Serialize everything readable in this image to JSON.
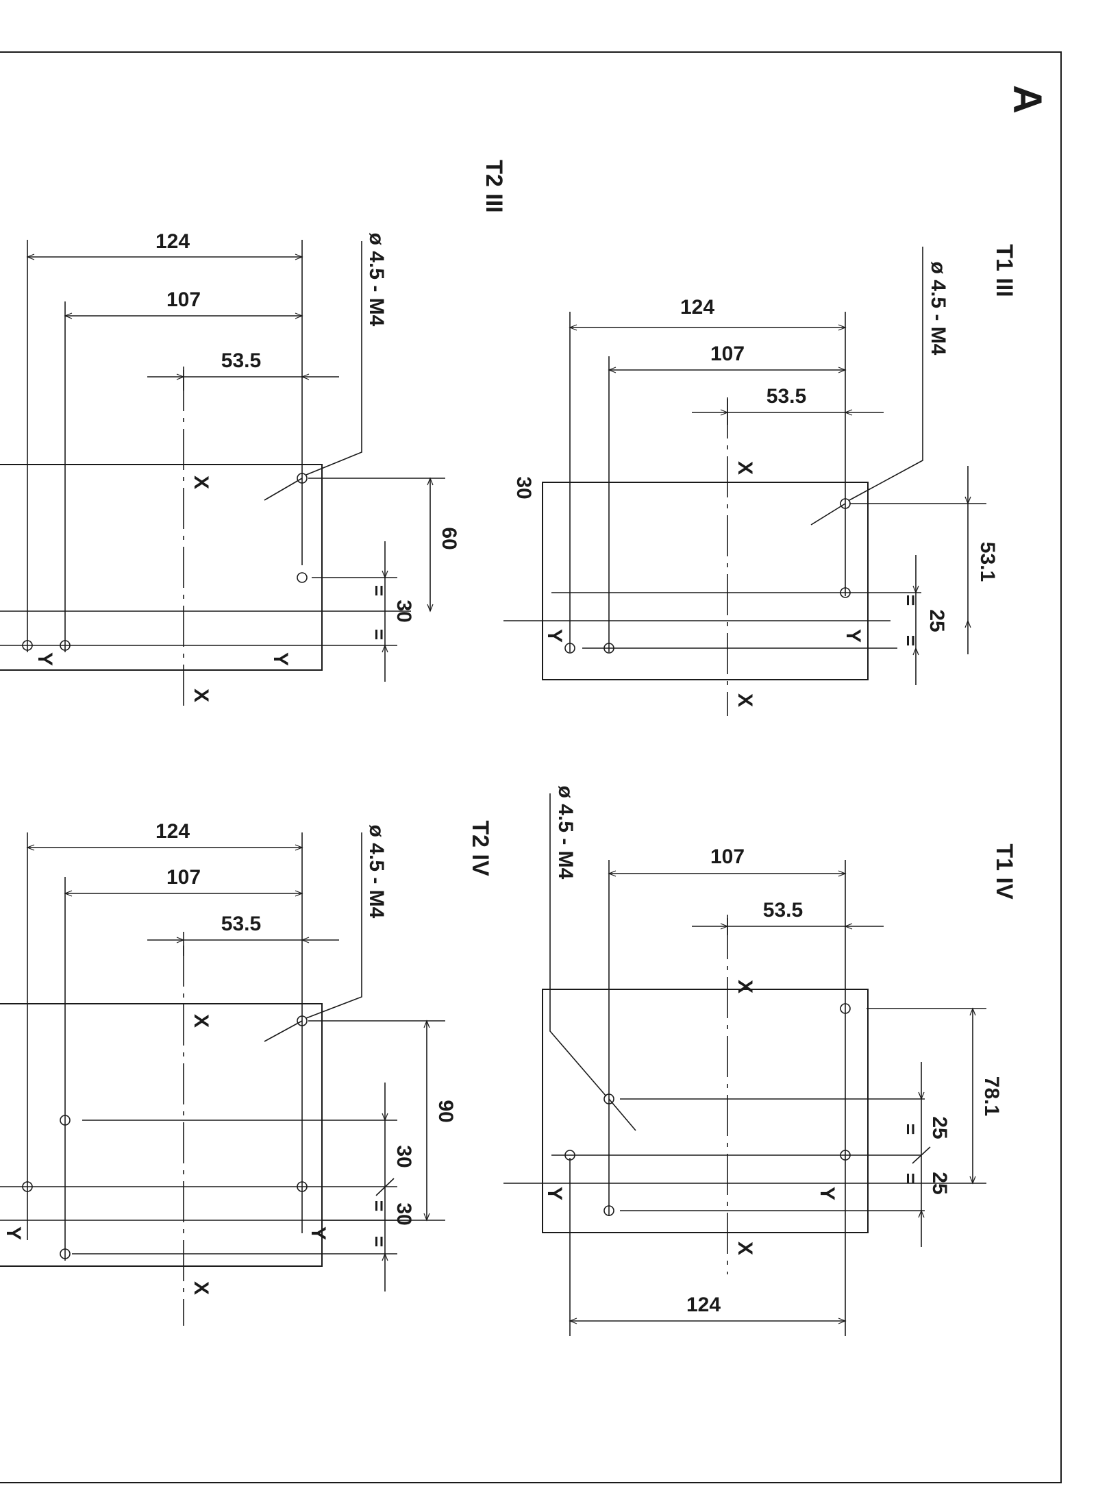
{
  "sheet": {
    "letter": "A"
  },
  "drawings": [
    {
      "id": "t1-iii",
      "title": "T1 III",
      "hole_spec": "ø 4.5 - M4",
      "dimensions": {
        "d1": "124",
        "d2": "107",
        "d3": "53.5",
        "v1": "53.1",
        "v2": "25",
        "side": "30"
      },
      "axis_x": "X",
      "axis_y": "Y",
      "equal_mark": "="
    },
    {
      "id": "t1-iv",
      "title": "T1 IV",
      "hole_spec": "ø 4.5 - M4",
      "dimensions": {
        "d1": "124",
        "d2": "107",
        "d3": "53.5",
        "v1": "78.1",
        "v2": "25",
        "v3": "25"
      },
      "axis_x": "X",
      "axis_y": "Y",
      "equal_mark": "="
    },
    {
      "id": "t2-iii",
      "title": "T2 III",
      "hole_spec": "ø 4.5 - M4",
      "dimensions": {
        "d1": "124",
        "d2": "107",
        "d3": "53.5",
        "v1": "60",
        "v2": "30"
      },
      "axis_x": "X",
      "axis_y": "Y",
      "equal_mark": "="
    },
    {
      "id": "t2-iv",
      "title": "T2 IV",
      "hole_spec": "ø 4.5 - M4",
      "dimensions": {
        "d1": "124",
        "d2": "107",
        "d3": "53.5",
        "v1": "90",
        "v2": "30",
        "v3": "30"
      },
      "axis_x": "X",
      "axis_y": "Y",
      "equal_mark": "="
    }
  ]
}
